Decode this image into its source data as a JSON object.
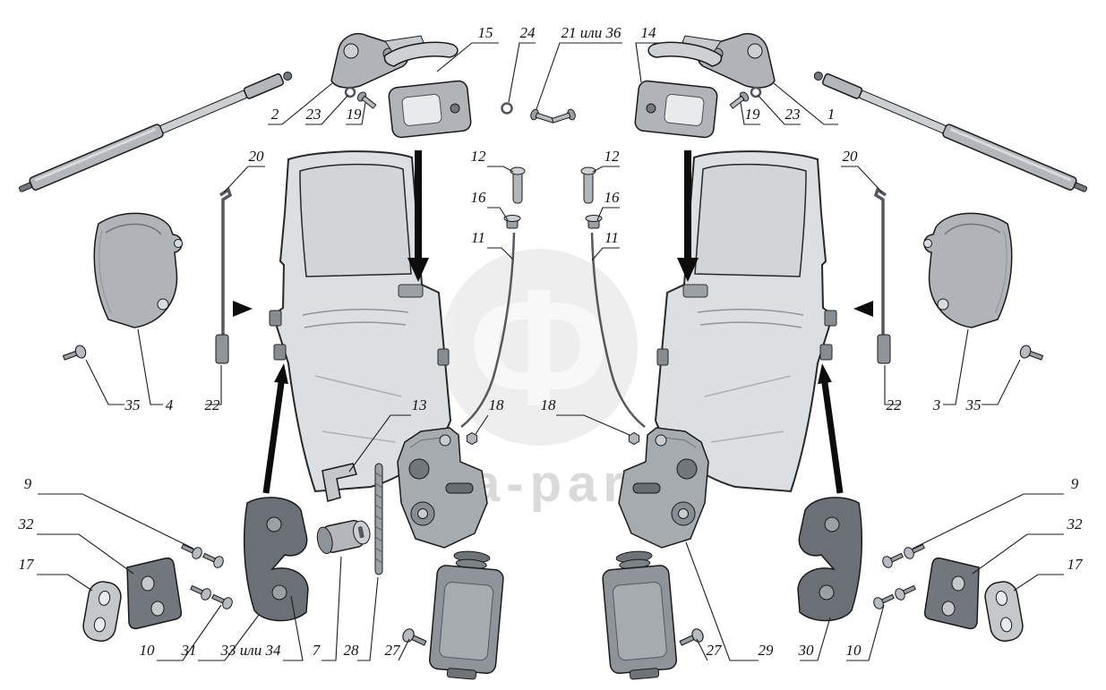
{
  "diagram": {
    "watermark": {
      "logo": "Ф",
      "text": "eka-parts"
    },
    "labels": {
      "l15": "15",
      "l24": "24",
      "l21or36": "21 или 36",
      "l14": "14",
      "l2": "2",
      "l23_left": "23",
      "l19_left": "19",
      "l19_right": "19",
      "l23_right": "23",
      "l1": "1",
      "l20_left": "20",
      "l20_right": "20",
      "l12_left": "12",
      "l12_right": "12",
      "l16_left": "16",
      "l16_right": "16",
      "l11_left": "11",
      "l11_right": "11",
      "l35_left": "35",
      "l4": "4",
      "l22_left": "22",
      "l22_right": "22",
      "l3": "3",
      "l35_right": "35",
      "l13": "13",
      "l18_left": "18",
      "l18_right": "18",
      "l9_left": "9",
      "l32_left": "32",
      "l17_left": "17",
      "l9_right": "9",
      "l32_right": "32",
      "l17_right": "17",
      "l10_left": "10",
      "l31": "31",
      "l33or34": "33 или 34",
      "l7": "7",
      "l28": "28",
      "l27_left": "27",
      "l27_right": "27",
      "l29": "29",
      "l30": "30",
      "l10_right": "10"
    }
  }
}
